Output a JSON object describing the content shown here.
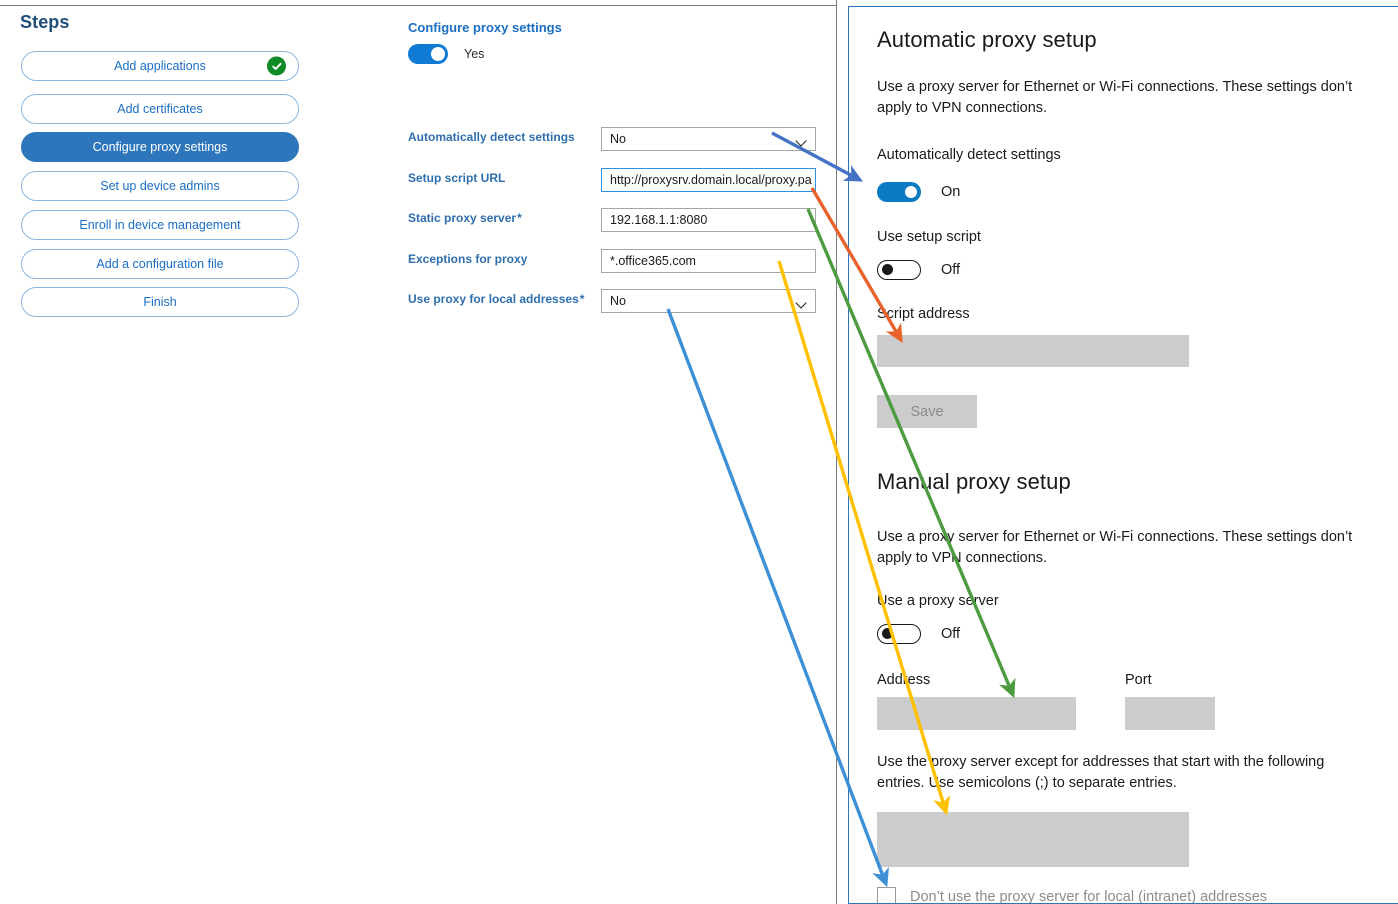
{
  "steps": {
    "title": "Steps",
    "items": [
      {
        "label": "Add applications",
        "state": "done",
        "badge_icon": "check-circle-icon"
      },
      {
        "label": "Add certificates",
        "state": "default"
      },
      {
        "label": "Configure proxy settings",
        "state": "active"
      },
      {
        "label": "Set up device admins",
        "state": "default"
      },
      {
        "label": "Enroll in device management",
        "state": "default"
      },
      {
        "label": "Add a configuration file",
        "state": "default"
      },
      {
        "label": "Finish",
        "state": "default"
      }
    ]
  },
  "form": {
    "section_title": "Configure proxy settings",
    "enable_toggle": {
      "state": "on",
      "label": "Yes"
    },
    "fields": [
      {
        "label": "Automatically detect settings",
        "required": false,
        "type": "select",
        "value": "No",
        "focused": false
      },
      {
        "label": "Setup script URL",
        "required": false,
        "type": "text",
        "value": "http://proxysrv.domain.local/proxy.pa",
        "focused": true
      },
      {
        "label": "Static proxy server",
        "required": true,
        "type": "text",
        "value": "192.168.1.1:8080",
        "focused": false
      },
      {
        "label": "Exceptions for proxy",
        "required": false,
        "type": "text",
        "value": "*.office365.com",
        "focused": false
      },
      {
        "label": "Use proxy for local addresses",
        "required": true,
        "type": "select",
        "value": "No",
        "focused": false
      }
    ]
  },
  "windows_settings": {
    "automatic": {
      "heading": "Automatic proxy setup",
      "description": "Use a proxy server for Ethernet or Wi-Fi connections. These settings don’t apply to VPN connections.",
      "detect_label": "Automatically detect settings",
      "detect_toggle": {
        "state": "on",
        "text": "On"
      },
      "script_toggle_label": "Use setup script",
      "script_toggle": {
        "state": "off",
        "text": "Off"
      },
      "script_address_label": "Script address",
      "script_address_value": "",
      "save_label": "Save"
    },
    "manual": {
      "heading": "Manual proxy setup",
      "description": "Use a proxy server for Ethernet or Wi-Fi connections. These settings don’t apply to VPN connections.",
      "use_proxy_label": "Use a proxy server",
      "use_proxy_toggle": {
        "state": "off",
        "text": "Off"
      },
      "address_label": "Address",
      "address_value": "",
      "port_label": "Port",
      "port_value": "",
      "exceptions_description": "Use the proxy server except for addresses that start with the following entries. Use semicolons (;) to separate entries.",
      "exceptions_value": "",
      "bypass_local_label": "Don’t use the proxy server for local (intranet) addresses",
      "bypass_local_checked": false
    }
  },
  "annotations": {
    "arrows": [
      {
        "name": "arrow-detect-settings",
        "color": "#4472C4",
        "from": "Automatically detect settings dropdown",
        "to": "Automatically detect settings toggle"
      },
      {
        "name": "arrow-setup-script-url",
        "color": "#E8622B",
        "from": "Setup script URL field",
        "to": "Script address field"
      },
      {
        "name": "arrow-static-proxy-server",
        "color": "#4C9C3F",
        "from": "Static proxy server field",
        "to": "Address field"
      },
      {
        "name": "arrow-exceptions-for-proxy",
        "color": "#FFC000",
        "from": "Exceptions for proxy field",
        "to": "Exceptions field"
      },
      {
        "name": "arrow-use-proxy-local",
        "color": "#3D8FD6",
        "from": "Use proxy for local addresses dropdown",
        "to": "Don’t use the proxy server for local (intranet) addresses checkbox"
      }
    ]
  },
  "colors": {
    "accent_blue": "#2e76bc",
    "label_blue": "#2f6fad",
    "heading_blue": "#1F4E79",
    "success_green": "#0f8a27",
    "win_toggle_blue": "#0a7ac2",
    "gray_field": "#cccccc"
  }
}
